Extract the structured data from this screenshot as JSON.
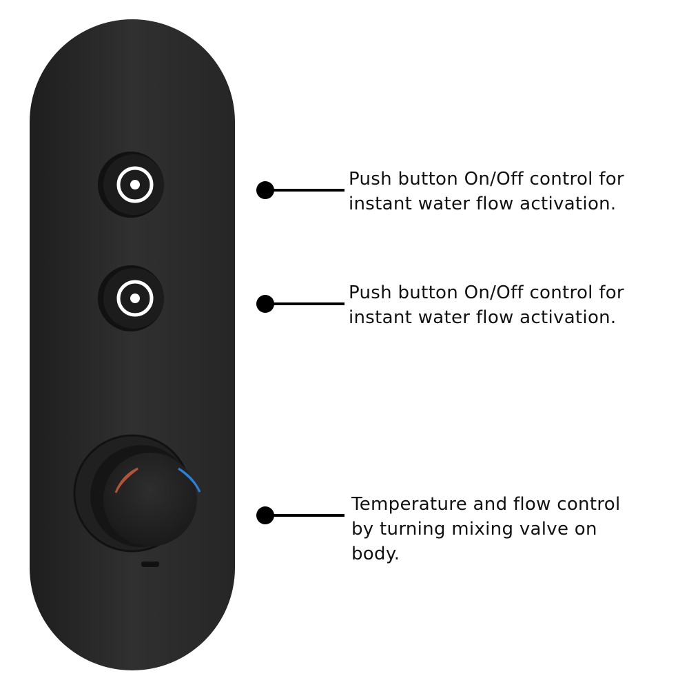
{
  "callouts": [
    {
      "lines": [
        "Push button On/Off control for",
        "instant water flow activation."
      ]
    },
    {
      "lines": [
        "Push button On/Off control for",
        "instant water flow activation."
      ]
    },
    {
      "lines": [
        "Temperature and flow control",
        "by turning mixing valve on",
        "body."
      ]
    }
  ],
  "colors": {
    "panel": "#2b2b2b",
    "hot_mark": "#b0553a",
    "cold_mark": "#2f7fd0",
    "button_ring": "#ffffff"
  }
}
